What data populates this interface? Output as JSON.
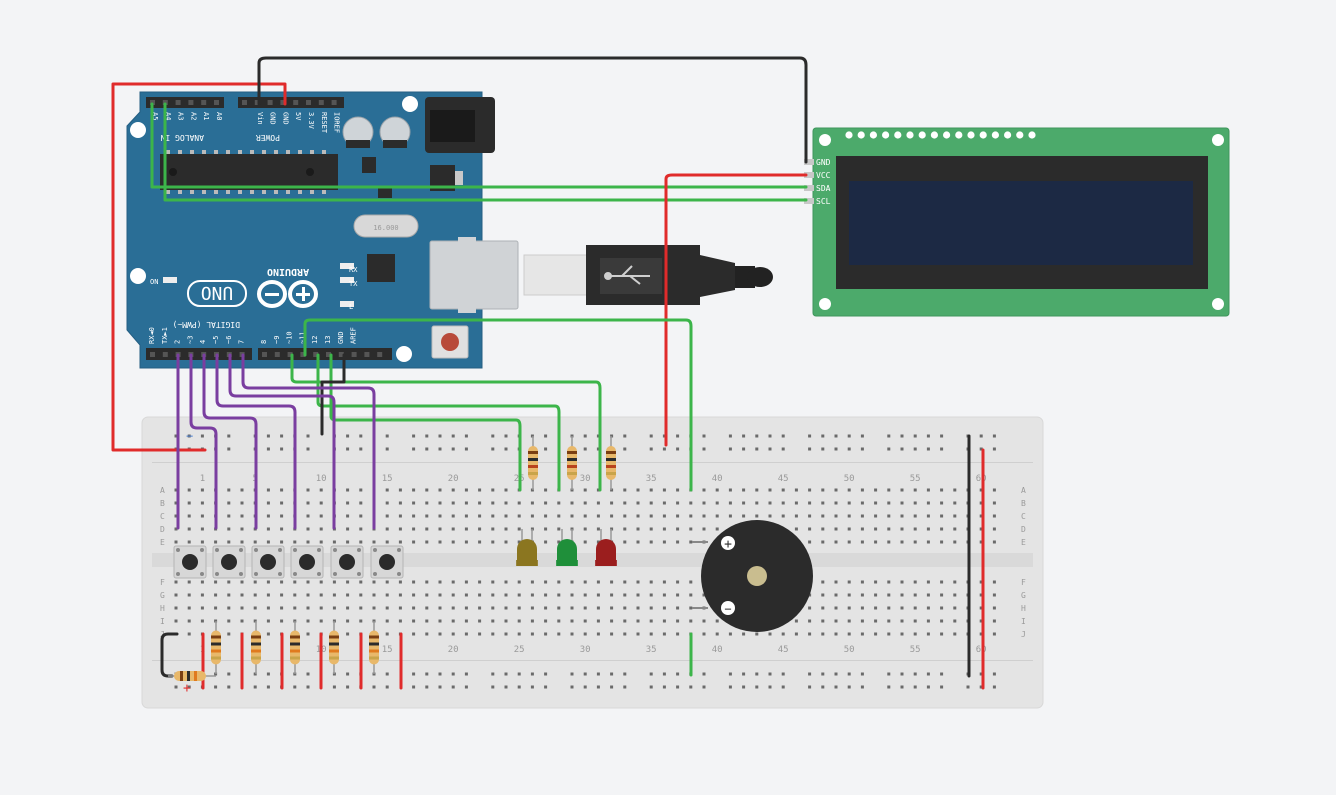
{
  "arduino": {
    "analog_pins": [
      "A5",
      "A4",
      "A3",
      "A2",
      "A1",
      "A0"
    ],
    "analog_title": "ANALOG IN",
    "power_pins": [
      "Vin",
      "GND",
      "GND",
      "5V",
      "3.3V",
      "RESET",
      "IOREF"
    ],
    "power_title": "POWER",
    "digital_pins": [
      "RX◄0",
      "TX►1",
      "2",
      "~3",
      "4",
      "~5",
      "~6",
      "7",
      "8",
      "~9",
      "~10",
      "~11",
      "12",
      "13",
      "GND",
      "AREF"
    ],
    "digital_title": "DIGITAL (PWM~)",
    "brand": "ARDUINO",
    "model": "UNO",
    "on_label": "ON",
    "rx_label": "RX",
    "tx_label": "TX",
    "l_label": "L",
    "crystal_label": "16.000",
    "colors": {
      "board": "#2a6e96",
      "header": "#2b2b2b"
    }
  },
  "lcd": {
    "pins": [
      "GND",
      "VCC",
      "SDA",
      "SCL"
    ],
    "colors": {
      "pcb": "#4caa6b",
      "screen": "#1c2944",
      "bezel": "#2b2b2b"
    }
  },
  "breadboard": {
    "column_labels": [
      "1",
      "5",
      "10",
      "15",
      "20",
      "25",
      "30",
      "35",
      "40",
      "45",
      "50",
      "55",
      "60"
    ],
    "row_labels_top": [
      "A",
      "B",
      "C",
      "D",
      "E"
    ],
    "row_labels_bottom": [
      "F",
      "G",
      "H",
      "I",
      "J"
    ],
    "rail_minus": "−",
    "rail_plus": "+"
  },
  "buzzer": {
    "plus": "+",
    "minus": "−"
  },
  "leds": [
    {
      "name": "yellow-led",
      "color": "#8b7620"
    },
    {
      "name": "green-led",
      "color": "#1f8f3a"
    },
    {
      "name": "red-led",
      "color": "#9b1e1e"
    }
  ],
  "wire_colors": {
    "red": "#e02b2b",
    "black": "#2b2b2b",
    "green": "#3cb54a",
    "purple": "#7a3ea0"
  }
}
